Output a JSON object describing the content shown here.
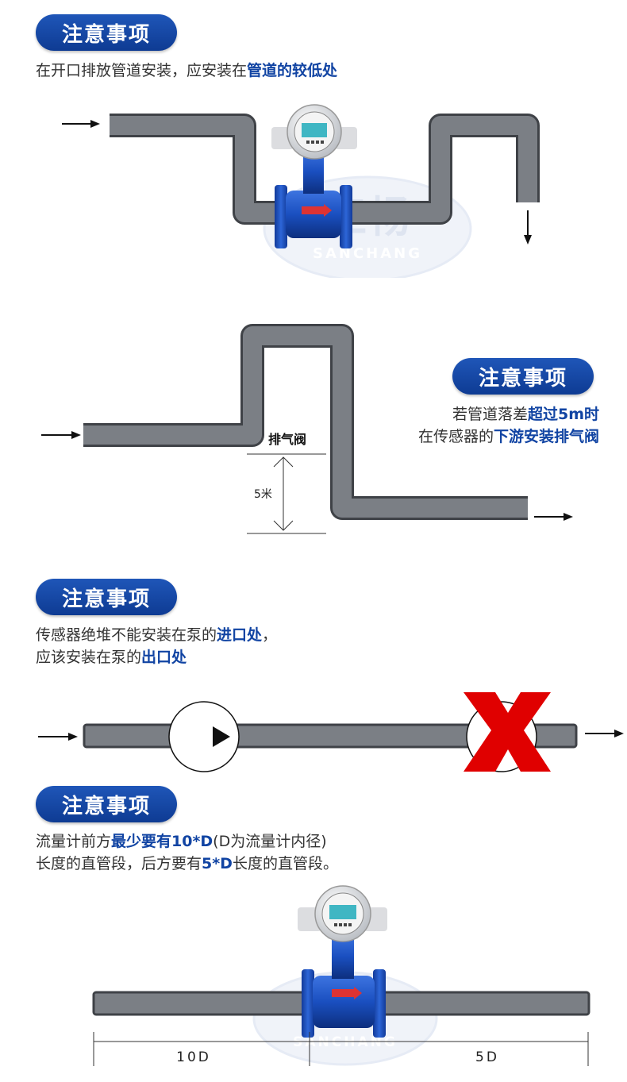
{
  "brand_watermark": {
    "en": "SANCHANG",
    "cn": "三畅"
  },
  "section1": {
    "badge": "注意事项",
    "text_plain": "在开口排放管道安装，应安装在",
    "text_highlight": "管道的较低处"
  },
  "section2": {
    "badge": "注意事项",
    "line1_plain": "若管道落差",
    "line1_highlight": "超过5m时",
    "line2_plain": "在传感器的",
    "line2_highlight": "下游安装排气阀",
    "valve_label": "排气阀",
    "height_label": "5米"
  },
  "section3": {
    "badge": "注意事项",
    "line1_plain": "传感器绝堆不能安装在泵的",
    "line1_highlight": "进口处",
    "line1_tail": "，",
    "line2_plain": "应该安装在泵的",
    "line2_highlight": "出口处"
  },
  "section4": {
    "badge": "注意事项",
    "line1_plain": "流量计前方",
    "line1_highlight": "最少要有10*D",
    "line1_tail": "(D为流量计内径)",
    "line2_plain": "长度的直管段，后方要有",
    "line2_highlight": "5*D",
    "line2_tail": "长度的直管段。",
    "upstream_label": "10D",
    "downstream_label": "5D"
  },
  "colors": {
    "badge_blue": "#1144a3",
    "pipe_gray": "#6e7176",
    "meter_blue": "#1a52c4",
    "cross_red": "#e00000"
  }
}
